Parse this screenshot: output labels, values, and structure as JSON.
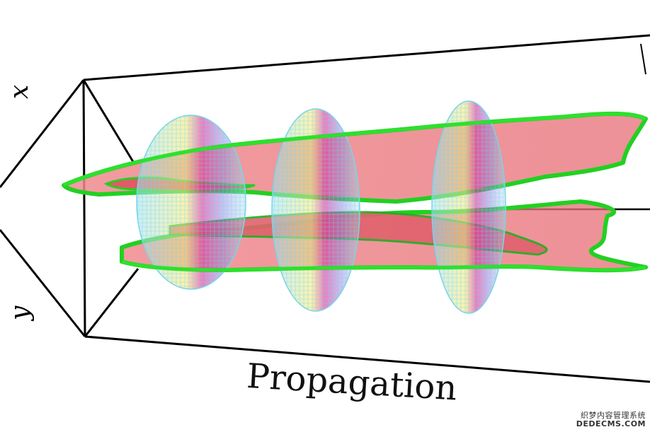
{
  "labels": {
    "x_axis": "x",
    "y_axis": "y",
    "propagation": "Propagation"
  },
  "watermark": {
    "line1": "织梦内容管理系统",
    "line2": "DEDECMS.COM"
  },
  "colors": {
    "box_edge": "#000000",
    "beam_outline": "#22d022",
    "beam_fill": "#e8797f",
    "disk_rim": "#7ad4e8",
    "disk_fill": "#c9ecf5",
    "magenta": "#e0359b",
    "blue": "#6b6fe0",
    "yellow": "#f2ea70"
  }
}
